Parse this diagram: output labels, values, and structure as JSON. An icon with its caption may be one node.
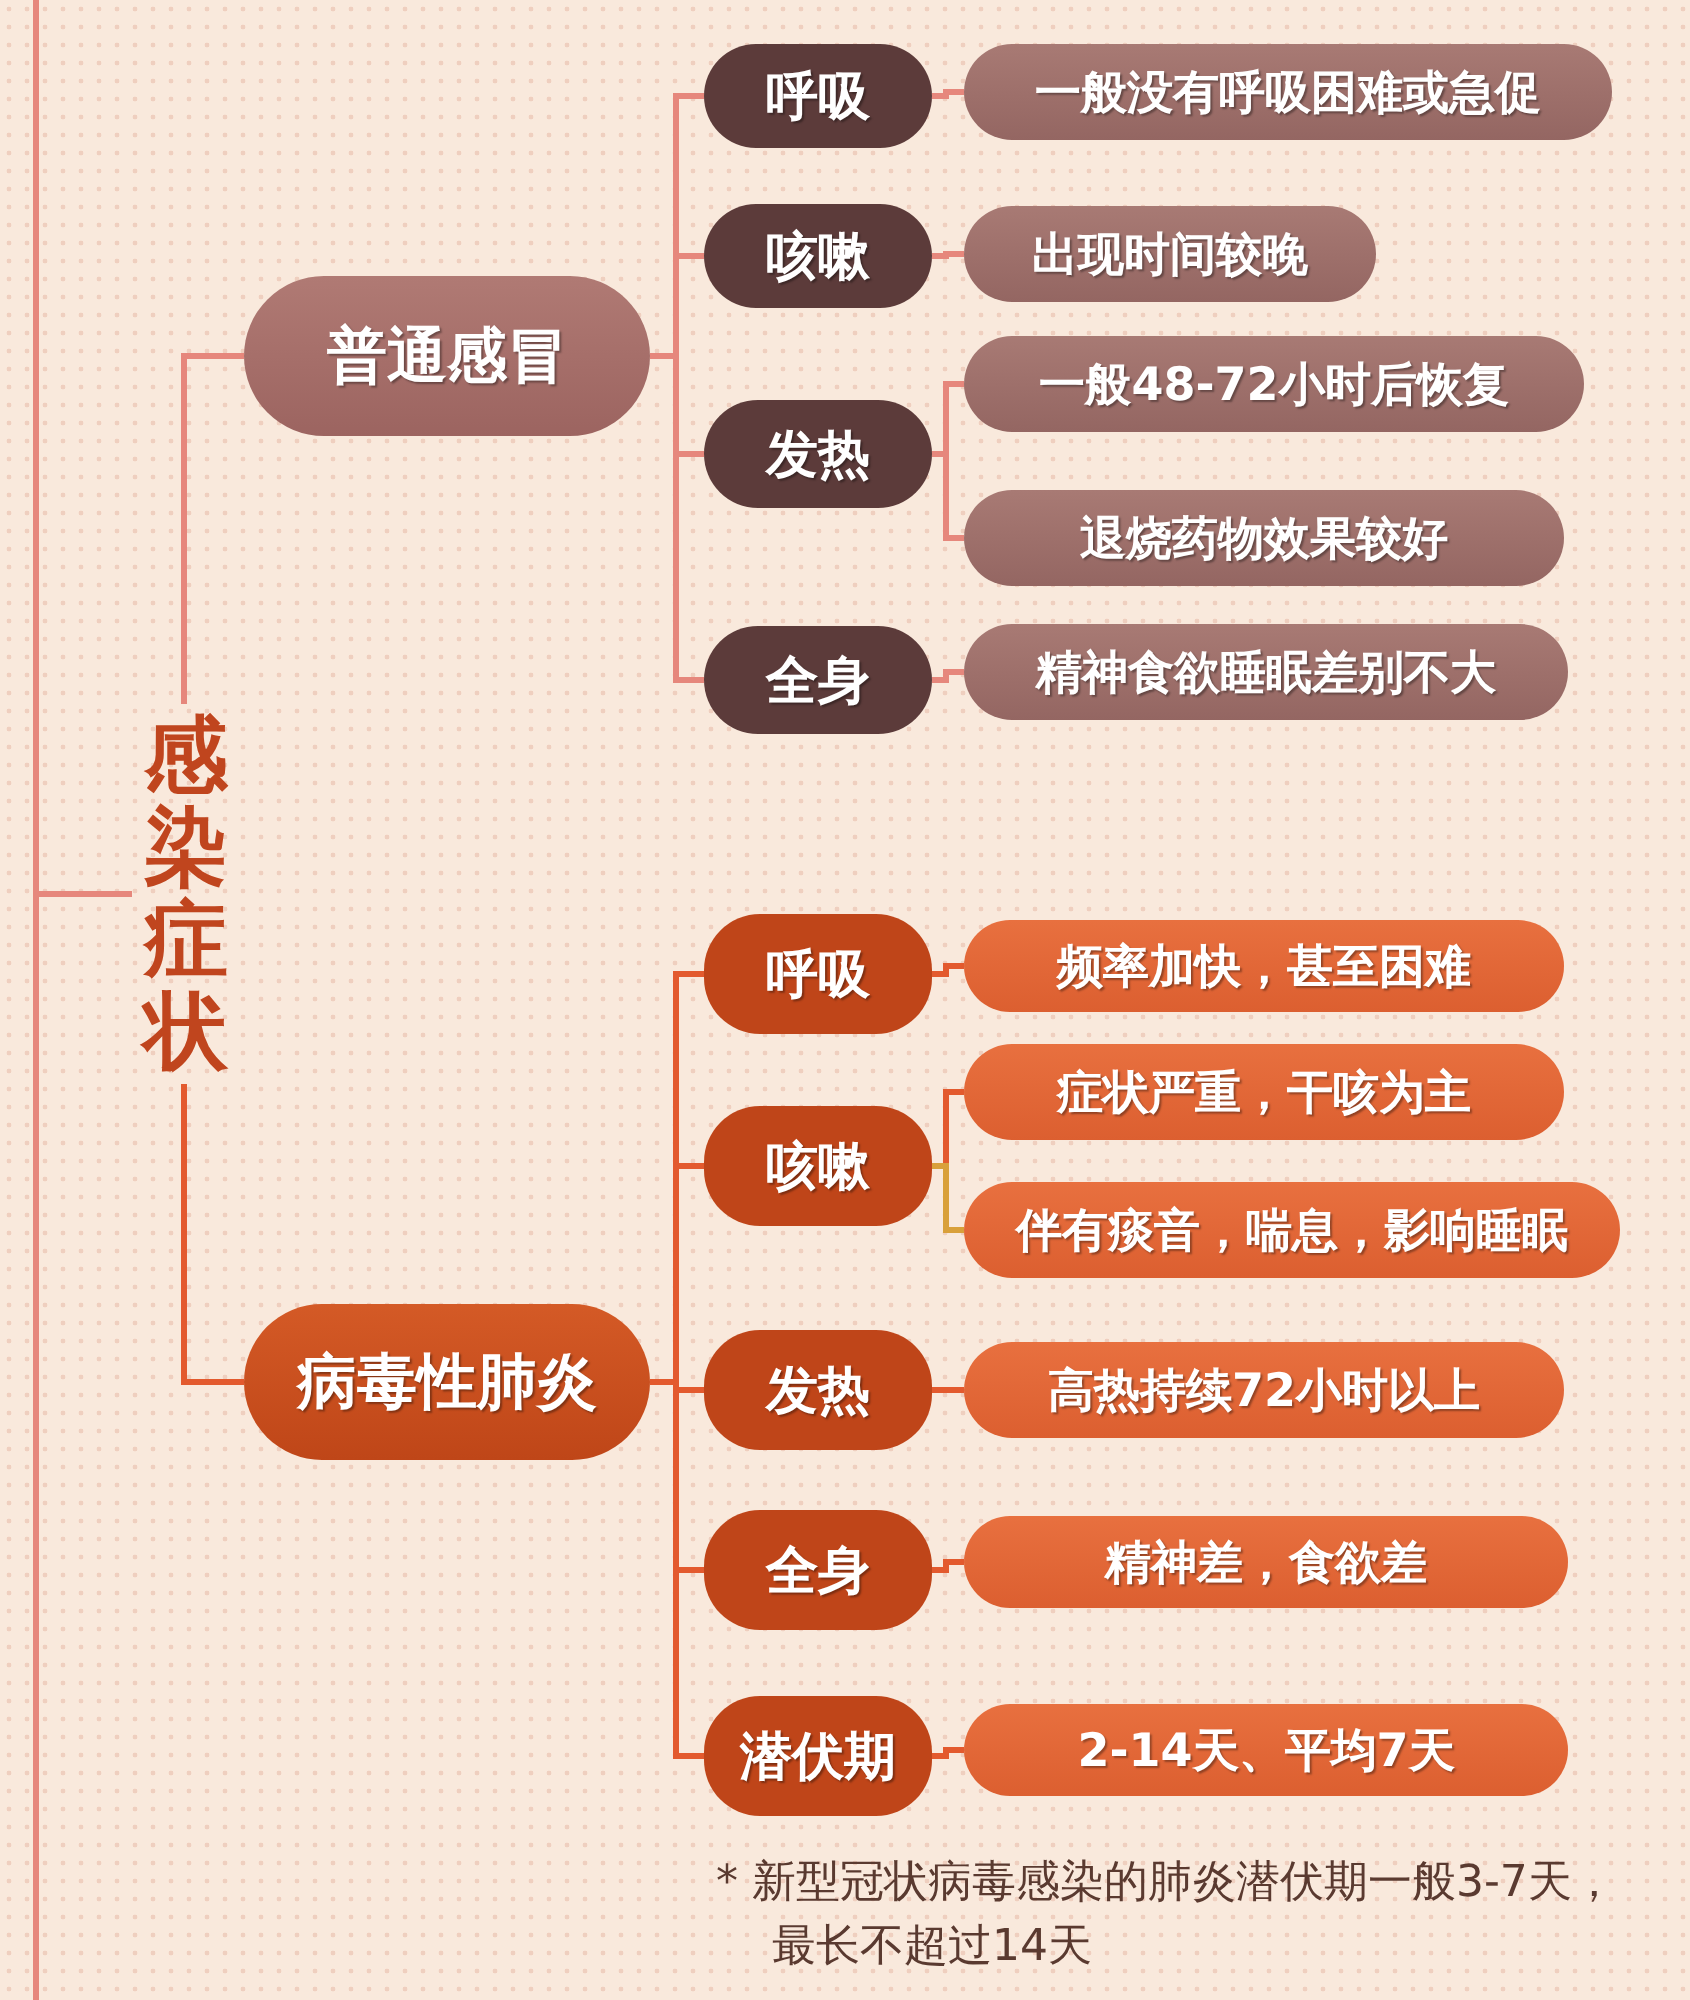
{
  "diagram": {
    "nodes": [
      {
        "text": [
          "感染症状"
        ]
      },
      {
        "text": [
          "普通感冒"
        ]
      },
      {
        "text": [
          "呼吸"
        ]
      },
      {
        "text": [
          "一般没有呼吸困难或急促"
        ]
      },
      {
        "text": [
          "咳嗽"
        ]
      },
      {
        "text": [
          "出现时间较晚"
        ]
      },
      {
        "text": [
          "发热"
        ]
      },
      {
        "text": [
          "一般48-72小时后恢复"
        ]
      },
      {
        "text": [
          "退烧药物效果较好"
        ]
      },
      {
        "text": [
          "全身"
        ]
      },
      {
        "text": [
          "精神食欲睡眠差别不大"
        ]
      },
      {
        "text": [
          "病毒性肺炎"
        ]
      },
      {
        "text": [
          "呼吸"
        ]
      },
      {
        "text": [
          "频率加快，甚至困难"
        ]
      },
      {
        "text": [
          "咳嗽"
        ]
      },
      {
        "text": [
          "症状严重，干咳为主"
        ]
      },
      {
        "text": [
          "伴有痰音，喘息，影响睡眠"
        ]
      },
      {
        "text": [
          "发热"
        ]
      },
      {
        "text": [
          "高热持续72小时以上"
        ]
      },
      {
        "text": [
          "全身"
        ]
      },
      {
        "text": [
          "精神差，食欲差"
        ]
      },
      {
        "text": [
          "潜伏期"
        ]
      },
      {
        "text": [
          "2-14天、平均7天"
        ]
      }
    ],
    "edges": [
      {
        "from": null,
        "to": 0,
        "arrow": "none"
      },
      {
        "from": 0,
        "to": 1,
        "arrow": "none"
      },
      {
        "from": 1,
        "to": 2,
        "arrow": "none"
      },
      {
        "from": 1,
        "to": 4,
        "arrow": "none"
      },
      {
        "from": 1,
        "to": 6,
        "arrow": "none"
      },
      {
        "from": 1,
        "to": 9,
        "arrow": "none"
      },
      {
        "from": 2,
        "to": 3,
        "arrow": "none"
      },
      {
        "from": 4,
        "to": 5,
        "arrow": "none"
      },
      {
        "from": 6,
        "to": 7,
        "arrow": "none"
      },
      {
        "from": 6,
        "to": 8,
        "arrow": "none"
      },
      {
        "from": 9,
        "to": 10,
        "arrow": "none"
      },
      {
        "from": 0,
        "to": 11,
        "arrow": "none"
      },
      {
        "from": 11,
        "to": 12,
        "arrow": "none"
      },
      {
        "from": 11,
        "to": 14,
        "arrow": "none"
      },
      {
        "from": 11,
        "to": 17,
        "arrow": "none"
      },
      {
        "from": 11,
        "to": 19,
        "arrow": "none"
      },
      {
        "from": 11,
        "to": 21,
        "arrow": "none"
      },
      {
        "from": 12,
        "to": 13,
        "arrow": "none"
      },
      {
        "from": 14,
        "to": 15,
        "arrow": "none"
      },
      {
        "from": 14,
        "to": 16,
        "arrow": "none",
        "color": "#d9a03a"
      },
      {
        "from": 17,
        "to": 18,
        "arrow": "none"
      },
      {
        "from": 19,
        "to": 20,
        "arrow": "none"
      },
      {
        "from": 21,
        "to": 22,
        "arrow": "none"
      }
    ],
    "labels": [
      "* 新型冠状病毒感染的肺炎潜伏期一般3-7天，最长不超过14天"
    ]
  }
}
